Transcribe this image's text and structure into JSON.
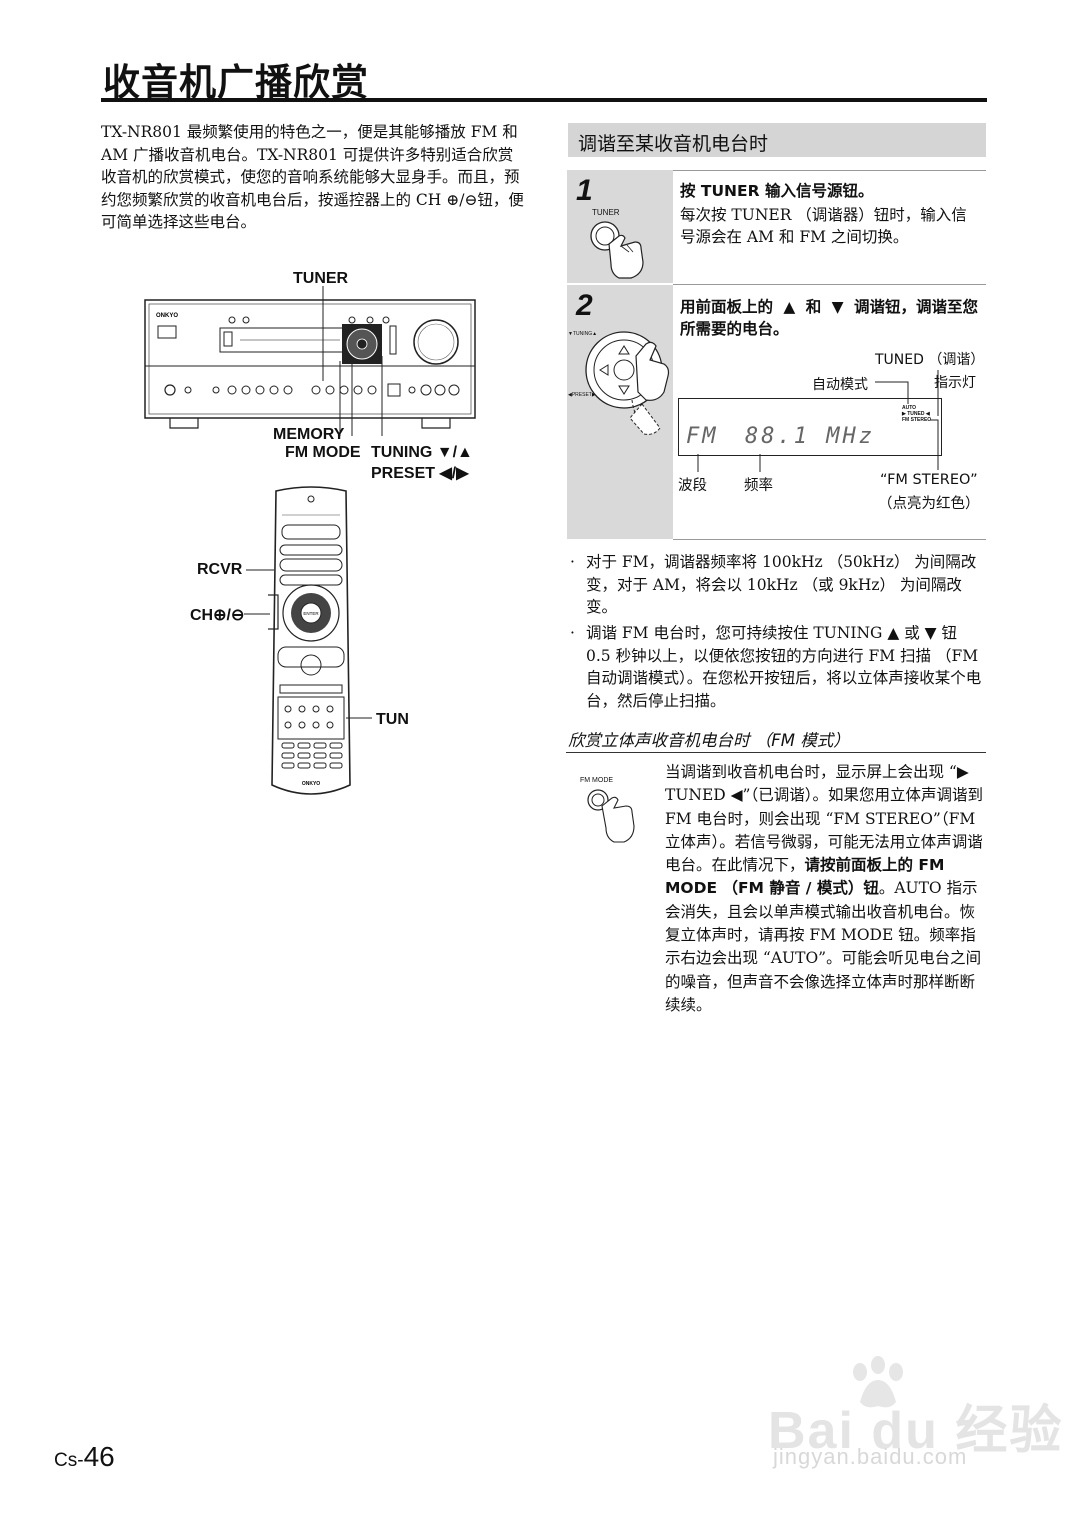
{
  "page": {
    "title": "收音机广播欣赏",
    "page_number_prefix": "Cs-",
    "page_number": "46"
  },
  "intro": {
    "text": "TX-NR801 最频繁使用的特色之一，便是其能够播放 FM 和 AM 广播收音机电台。TX-NR801 可提供许多特别适合欣赏收音机的欣赏模式，使您的音响系统能够大显身手。而且，预约您频繁欣赏的收音机电台后，按遥控器上的 CH ⊕/⊖钮，便可简单选择这些电台。"
  },
  "receiver_diagram": {
    "label_tuner": "TUNER",
    "label_memory": "MEMORY",
    "label_fm_mode": "FM MODE",
    "label_tuning": "TUNING ▼/▲",
    "label_preset": "PRESET ◀/▶",
    "brand": "ONKYO"
  },
  "remote_diagram": {
    "label_rcvr": "RCVR",
    "label_ch": "CH⊕/⊖",
    "label_tun": "TUN",
    "center_button": "ENTER",
    "brand": "ONKYO"
  },
  "section": {
    "heading": "调谐至某收音机电台时",
    "step1": {
      "number": "1",
      "icon_label": "TUNER",
      "instruction": "按 TUNER 输入信号源钮。",
      "detail": "每次按 TUNER （调谐器）钮时，输入信号源会在 AM 和 FM 之间切换。"
    },
    "step2": {
      "number": "2",
      "dial_label_tuning": "▼TUNING▲",
      "dial_label_preset": "◀PRESET▶",
      "instruction_a": "用前面板上的",
      "instruction_b": "和",
      "instruction_c": "调谐钮，调谐至您所需要的电台。",
      "tuned_label": "TUNED （调谐）",
      "indicator_label": "指示灯",
      "auto_mode_label": "自动模式",
      "lcd_band": "FM",
      "lcd_freq": "88.1 MHz",
      "lcd_auto": "AUTO",
      "lcd_tuned": "▶ TUNED ◀",
      "lcd_stereo": "FM STEREO",
      "band_label": "波段",
      "freq_label": "频率",
      "stereo_label": "“FM STEREO”",
      "stereo_note": "（点亮为红色）"
    }
  },
  "notes": [
    "对于 FM，调谐器频率将 100kHz （50kHz） 为间隔改变，对于 AM，将会以 10kHz （或 9kHz） 为间隔改变。",
    "调谐 FM 电台时，您可持续按住 TUNING ▲ 或 ▼ 钮 0.5 秒钟以上，以便依您按钮的方向进行 FM 扫描 （FM 自动调谐模式）。在您松开按钮后，将以立体声接收某个电台，然后停止扫描。"
  ],
  "fm_mode": {
    "heading": "欣赏立体声收音机电台时 （FM 模式）",
    "icon_label": "FM MODE",
    "text_1": "当调谐到收音机电台时，显示屏上会出现 “▶ TUNED ◀”（已调谐）。如果您用立体声调谐到 FM 电台时，则会出现 “FM STEREO”（FM 立体声）。若信号微弱，可能无法用立体声调谐电台。在此情况下，",
    "text_bold": "请按前面板上的 FM MODE （FM 静音 / 模式）钮",
    "text_2": "。AUTO 指示会消失，且会以单声模式输出收音机电台。恢复立体声时，请再按 FM MODE 钮。频率指示右边会出现 “AUTO”。可能会听见电台之间的噪音，但声音不会像选择立体声时那样断断续续。"
  },
  "watermark": {
    "main": "Bai du 经验",
    "url": "jingyan.baidu.com"
  }
}
